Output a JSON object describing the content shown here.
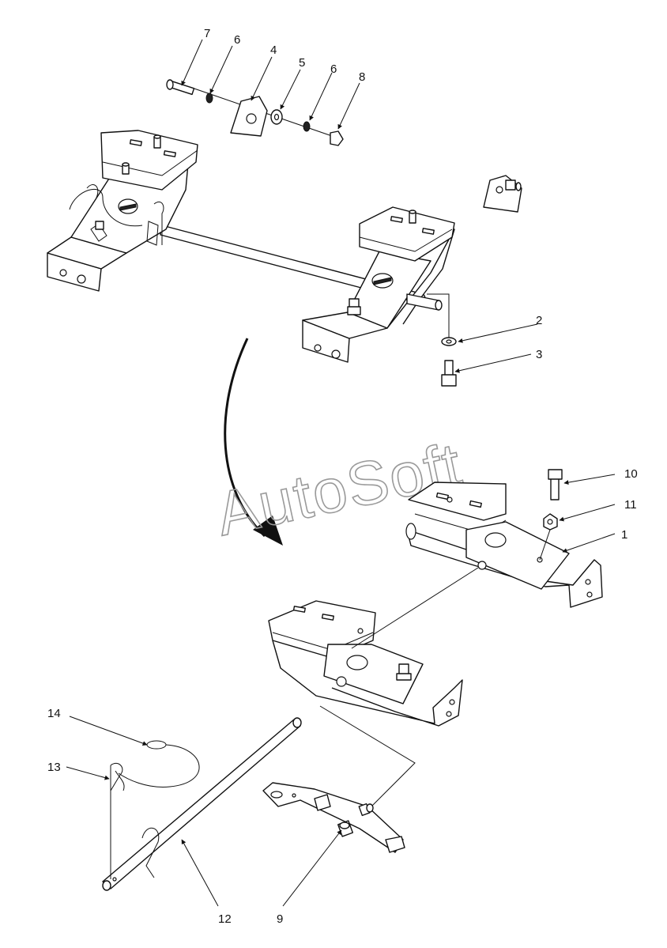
{
  "watermark": "AutoSoft",
  "callouts": [
    {
      "id": "7",
      "label": "7"
    },
    {
      "id": "6a",
      "label": "6"
    },
    {
      "id": "4",
      "label": "4"
    },
    {
      "id": "5",
      "label": "5"
    },
    {
      "id": "6b",
      "label": "6"
    },
    {
      "id": "8",
      "label": "8"
    },
    {
      "id": "2",
      "label": "2"
    },
    {
      "id": "3",
      "label": "3"
    },
    {
      "id": "10",
      "label": "10"
    },
    {
      "id": "11",
      "label": "11"
    },
    {
      "id": "1",
      "label": "1"
    },
    {
      "id": "14",
      "label": "14"
    },
    {
      "id": "13",
      "label": "13"
    },
    {
      "id": "12",
      "label": "12"
    },
    {
      "id": "9",
      "label": "9"
    }
  ]
}
